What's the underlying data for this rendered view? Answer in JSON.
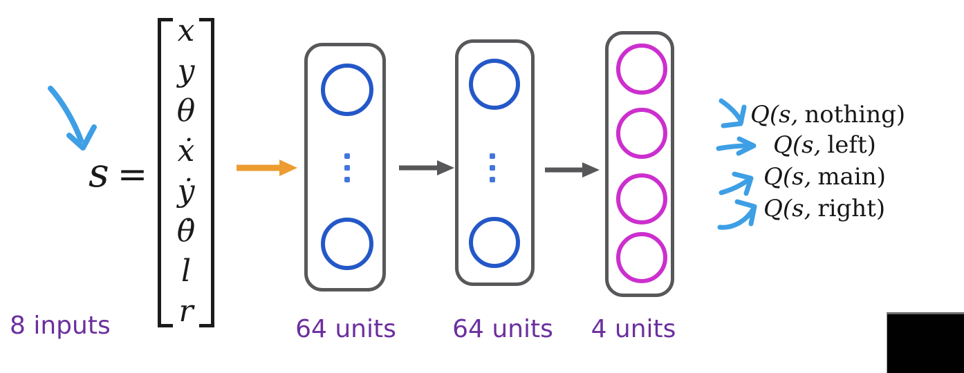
{
  "state": {
    "symbol": "s",
    "equals": "=",
    "vector": [
      "x",
      "y",
      "θ",
      "ẋ",
      "ẏ",
      "θ̇",
      "l",
      "r"
    ],
    "inputs_label": "8 inputs"
  },
  "network": {
    "layers": [
      {
        "label": "64 units",
        "units_shown": 2,
        "has_ellipsis": true,
        "neuron_color": "#2458C8"
      },
      {
        "label": "64 units",
        "units_shown": 2,
        "has_ellipsis": true,
        "neuron_color": "#2458C8"
      },
      {
        "label": "4 units",
        "units_shown": 4,
        "has_ellipsis": false,
        "neuron_color": "#CC2FCE"
      }
    ],
    "box_border_color": "#58585B",
    "input_arrow_color": "#EC9C31",
    "inter_layer_arrow_color": "#57575A"
  },
  "outputs": {
    "arrow_color": "#3E9FE5",
    "items": [
      {
        "prefix": "Q(s,",
        "action": "nothing)"
      },
      {
        "prefix": "Q(s,",
        "action": "left)"
      },
      {
        "prefix": "Q(s,",
        "action": "main)"
      },
      {
        "prefix": "Q(s,",
        "action": "right)"
      }
    ]
  },
  "colors": {
    "label_purple": "#6B2F9E",
    "handdrawn_blue": "#3E9FE5",
    "ellipsis_blue": "#4276DD",
    "math_black": "#1a1a1a"
  }
}
